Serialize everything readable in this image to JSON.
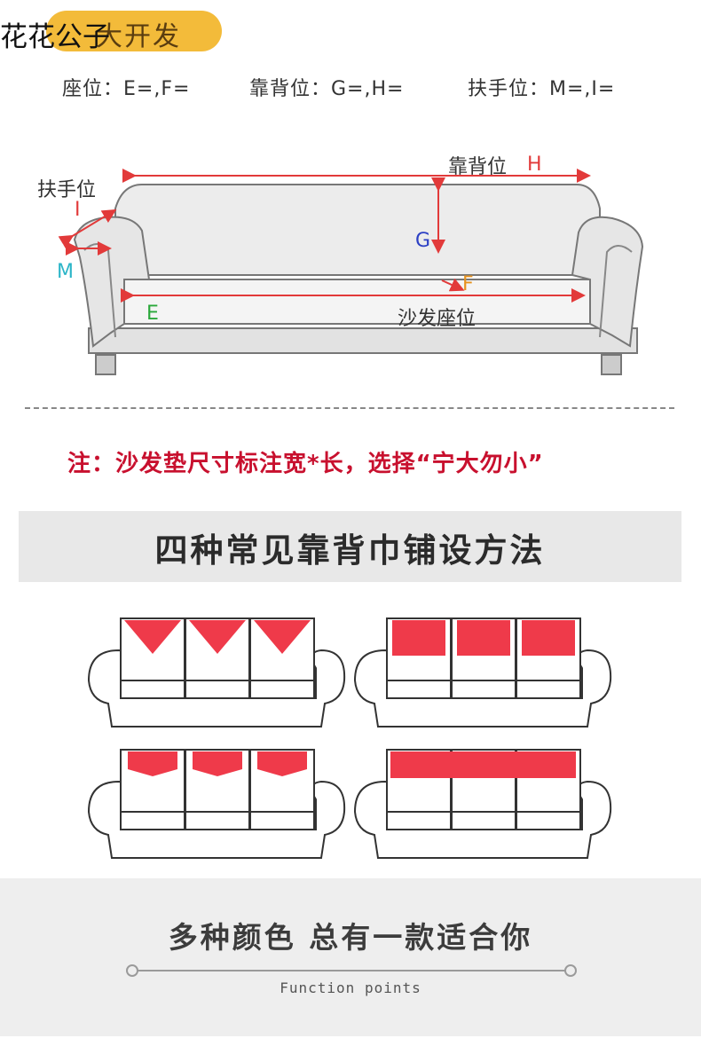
{
  "brand": {
    "name": "花花公子",
    "tagline": "大开发"
  },
  "measurements": {
    "seat": "座位：E=,F=",
    "back": "靠背位：G=,H=",
    "armrest": "扶手位：M=,I="
  },
  "diagram": {
    "armrest_label": "扶手位",
    "back_label": "靠背位",
    "seat_label": "沙发座位",
    "letters": {
      "H": "H",
      "I": "I",
      "G": "G",
      "M": "M",
      "F": "F",
      "E": "E"
    },
    "colors": {
      "H": "#e23a3a",
      "I": "#e23a3a",
      "G": "#2b3fc4",
      "M": "#2bb5c8",
      "F": "#e6921e",
      "E": "#2aa83a",
      "arrow": "#e23a3a",
      "sofa_fill": "#ececec",
      "sofa_stroke": "#777777"
    }
  },
  "note": "注：沙发垫尺寸标注宽*长，选择“宁大勿小”",
  "methods_title": "四种常见靠背巾铺设方法",
  "methods_colors": {
    "cover": "#ef3a4a",
    "outline": "#333333"
  },
  "footer": {
    "title": "多种颜色 总有一款适合你",
    "subtitle": "Function points"
  }
}
